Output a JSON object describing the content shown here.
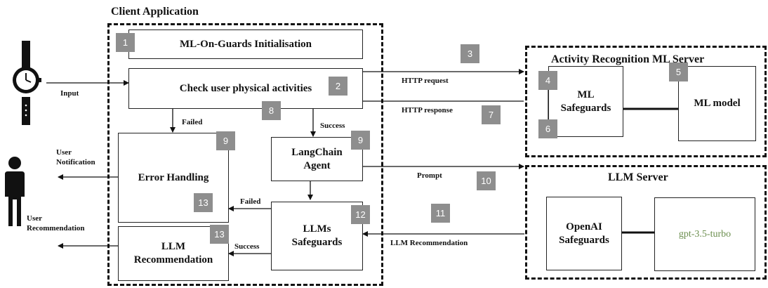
{
  "containers": {
    "client": "Client Application",
    "activity_server": "Activity Recognition ML Server",
    "llm_server": "LLM Server"
  },
  "boxes": {
    "init": "ML-On-Guards Initialisation",
    "check": "Check user physical activities",
    "error": "Error Handling",
    "agent": "LangChain\nAgent",
    "llms_safeguards": "LLMs\nSafeguards",
    "llm_rec": "LLM\nRecommendation",
    "ml_safeguards": "ML\nSafeguards",
    "ml_model": "ML model",
    "openai_safeguards": "OpenAI\nSafeguards",
    "gpt": "gpt-3.5-turbo"
  },
  "labels": {
    "input": "Input",
    "http_request": "HTTP request",
    "http_response": "HTTP response",
    "failed_1": "Failed",
    "success_1": "Success",
    "user_notification": "User\nNotification",
    "prompt": "Prompt",
    "failed_2": "Failed",
    "success_2": "Success",
    "llm_recommendation": "LLM Recommendation",
    "user_recommendation": "User\nRecommendation"
  },
  "badges": {
    "b1": "1",
    "b2": "2",
    "b3": "3",
    "b4": "4",
    "b5": "5",
    "b6": "6",
    "b7": "7",
    "b8": "8",
    "b9a": "9",
    "b9b": "9",
    "b10": "10",
    "b11": "11",
    "b12": "12",
    "b13a": "13",
    "b13b": "13"
  },
  "icons": [
    "smartwatch-icon",
    "person-icon"
  ],
  "colors": {
    "badge": "#8e8e8e",
    "model_text": "#6b8e4e"
  }
}
